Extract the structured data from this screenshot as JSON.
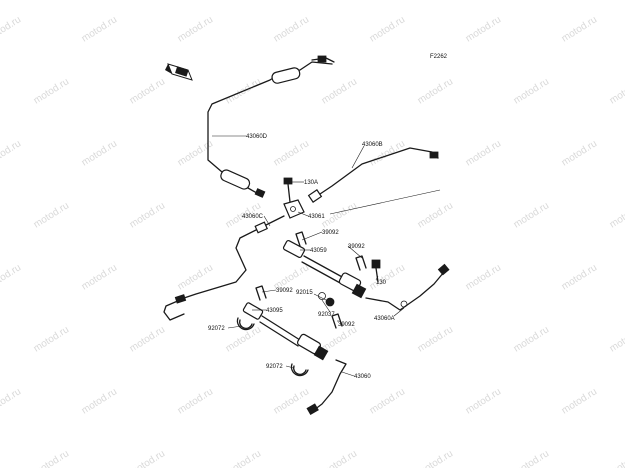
{
  "diagram": {
    "figure_code": "F2262",
    "watermark": "motod.ru",
    "callouts": [
      {
        "id": "43060D",
        "text": "43060D"
      },
      {
        "id": "43060B",
        "text": "43060B"
      },
      {
        "id": "130A",
        "text": "130A"
      },
      {
        "id": "43061",
        "text": "43061"
      },
      {
        "id": "43060C",
        "text": "43060C"
      },
      {
        "id": "39092a",
        "text": "39092"
      },
      {
        "id": "43059",
        "text": "43059"
      },
      {
        "id": "39092b",
        "text": "39092"
      },
      {
        "id": "130",
        "text": "130"
      },
      {
        "id": "39092c",
        "text": "39092"
      },
      {
        "id": "92015",
        "text": "92015"
      },
      {
        "id": "43095",
        "text": "43095"
      },
      {
        "id": "92037",
        "text": "92037"
      },
      {
        "id": "39092d",
        "text": "39092"
      },
      {
        "id": "43060A",
        "text": "43060A"
      },
      {
        "id": "92072a",
        "text": "92072"
      },
      {
        "id": "92072b",
        "text": "92072"
      },
      {
        "id": "43060",
        "text": "43060"
      }
    ]
  }
}
